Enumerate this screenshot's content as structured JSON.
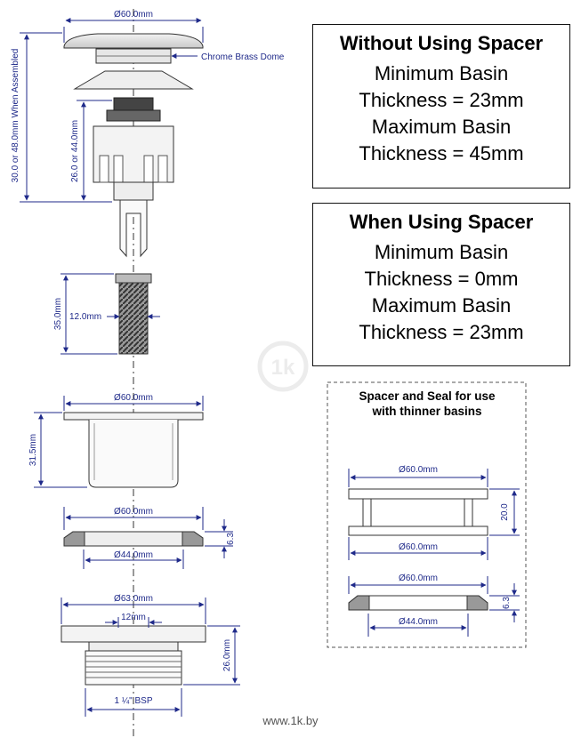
{
  "box_without": {
    "heading": "Without Using Spacer",
    "lines": [
      "Minimum Basin",
      "Thickness = 23mm",
      "Maximum Basin",
      "Thickness = 45mm"
    ]
  },
  "box_with": {
    "heading": "When Using Spacer",
    "lines": [
      "Minimum Basin",
      "Thickness = 0mm",
      "Maximum Basin",
      "Thickness = 23mm"
    ]
  },
  "spacer_panel": {
    "title_line1": "Spacer and Seal for use",
    "title_line2": "with thinner basins",
    "dims": {
      "spacer_top": "Ø60.0mm",
      "spacer_height": "20.0",
      "spacer_bottom": "Ø60.0mm",
      "seal_top": "Ø60.0mm",
      "seal_height": "6.3",
      "seal_bottom": "Ø44.0mm"
    }
  },
  "dims": {
    "dome_diameter": "Ø60.0mm",
    "dome_label": "Chrome Brass Dome",
    "assembled_height": "30.0 or 48.0mm When Assembled",
    "body_height": "26.0 or 44.0mm",
    "screw_length": "35.0mm",
    "screw_diameter": "12.0mm",
    "flange_diameter": "Ø60.0mm",
    "flange_height": "31.5mm",
    "washer_top": "Ø60.0mm",
    "washer_height": "6.3",
    "washer_bottom": "Ø44.0mm",
    "waste_top": "Ø63.0mm",
    "waste_inner": "12mm",
    "waste_height": "26.0mm",
    "thread": "1 ¼\" BSP"
  },
  "watermark": "1k",
  "footer": "www.1k.by"
}
